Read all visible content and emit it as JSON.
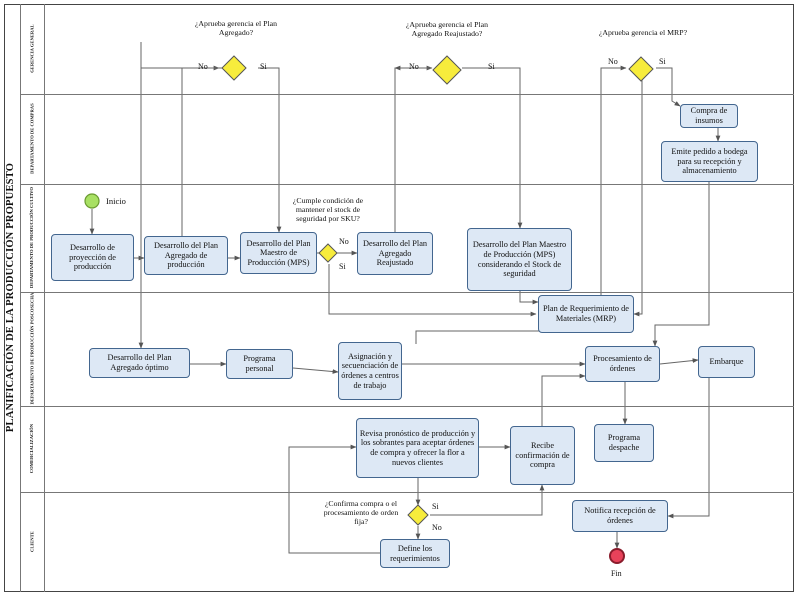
{
  "pool": {
    "title": "PLANIFICACIÓN DE LA PRODUCCIÓN PROPUESTO"
  },
  "lanes": [
    {
      "label": "GERENCIA GENERAL"
    },
    {
      "label": "DEPARTAMENTO DE COMPRAS"
    },
    {
      "label": "DEPARTAMENTO DE PRODUCCIÓN CULTIVO"
    },
    {
      "label": "DEPARTAMENTO DE PRODUCCIÓN POSCOSECHA"
    },
    {
      "label": "COMERCIALIZACIÓN"
    },
    {
      "label": "CLIENTE"
    }
  ],
  "events": {
    "start": "Inicio",
    "end": "Fin"
  },
  "tasks": {
    "t1": "Desarrollo de proyección de producción",
    "t2": "Desarrollo del Plan Agregado de producción",
    "t3": "Desarrollo del Plan Maestro de Producción (MPS)",
    "t4": "Desarrollo del Plan Agregado Reajustado",
    "t5": "Desarrollo del Plan Maestro de Producción (MPS) considerando el Stock de seguridad",
    "t6": "Compra de insumos",
    "t7": "Emite pedido a bodega para su recepción y almacenamiento",
    "t8": "Plan de Requerimiento de Materiales (MRP)",
    "t9": "Desarrollo del Plan Agregado óptimo",
    "t10": "Programa personal",
    "t11": "Asignación y secuenciación de órdenes a centros de trabajo",
    "t12": "Procesamiento de órdenes",
    "t13": "Embarque",
    "t14": "Revisa pronóstico de producción y los sobrantes para aceptar órdenes de compra y ofrecer la flor a nuevos clientes",
    "t15": "Recibe confirmación de compra",
    "t16": "Programa despache",
    "t17": "Notifica recepción de órdenes",
    "t18": "Define los requerimientos"
  },
  "gateways": {
    "g1": {
      "question": "¿Aprueba gerencia el Plan Agregado?",
      "no": "No",
      "yes": "Si"
    },
    "g2": {
      "question": "¿Aprueba gerencia el Plan Agregado Reajustado?",
      "no": "No",
      "yes": "Si"
    },
    "g3": {
      "question": "¿Aprueba gerencia el MRP?",
      "no": "No",
      "yes": "Si"
    },
    "g4": {
      "question": "¿Cumple condición de mantener el stock de seguridad por SKU?",
      "no": "No",
      "yes": "Si"
    },
    "g5": {
      "question": "¿Confirma compra o el procesamiento de orden fija?",
      "no": "No",
      "yes": "Si"
    }
  },
  "colors": {
    "task_fill": "#dde8f5",
    "task_border": "#43668f",
    "gateway": "#f7ec3c",
    "start": "#a8e063",
    "end": "#e8425a"
  }
}
